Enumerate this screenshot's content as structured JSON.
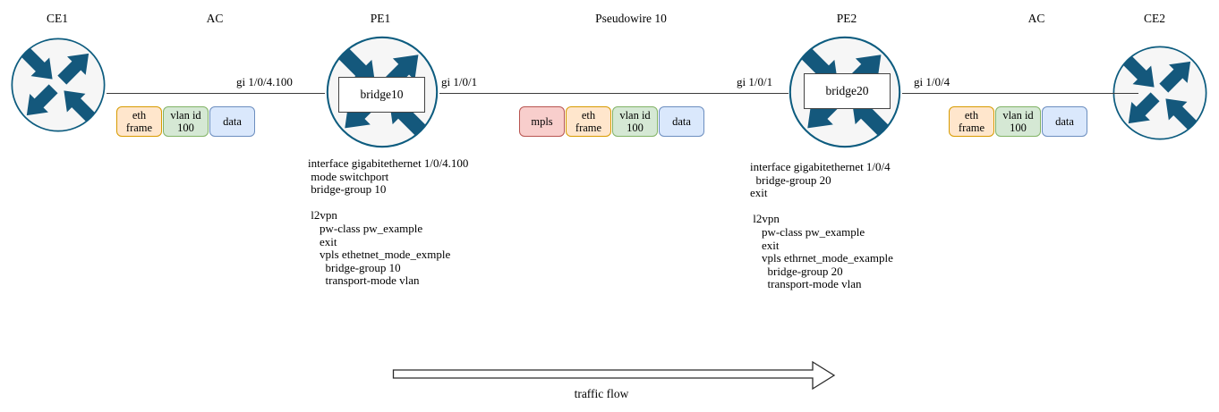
{
  "diagram": {
    "nodes": {
      "ce1": "CE1",
      "pe1": "PE1",
      "pe2": "PE2",
      "ce2": "CE2",
      "bridge10": "bridge10",
      "bridge20": "bridge20"
    },
    "segments": {
      "ac_left": "AC",
      "pseudowire": "Pseudowire 10",
      "ac_right": "AC"
    },
    "interfaces": {
      "ce1_pe1": "gi 1/0/4.100",
      "pe1_core": "gi 1/0/1",
      "pe2_core": "gi 1/0/1",
      "pe2_ce2": "gi 1/0/4"
    },
    "packets": {
      "ac_left": [
        {
          "label": "eth\nframe",
          "kind": "eth-frame"
        },
        {
          "label": "vlan id\n100",
          "kind": "vlan-id"
        },
        {
          "label": "data",
          "kind": "data"
        }
      ],
      "pseudowire": [
        {
          "label": "mpls",
          "kind": "mpls"
        },
        {
          "label": "eth\nframe",
          "kind": "eth-frame"
        },
        {
          "label": "vlan id\n100",
          "kind": "vlan-id"
        },
        {
          "label": "data",
          "kind": "data"
        }
      ],
      "ac_right": [
        {
          "label": "eth\nframe",
          "kind": "eth-frame"
        },
        {
          "label": "vlan id\n100",
          "kind": "vlan-id"
        },
        {
          "label": "data",
          "kind": "data"
        }
      ]
    },
    "configs": {
      "pe1": "interface gigabitethernet 1/0/4.100\n mode switchport\n bridge-group 10\n\n l2vpn\n    pw-class pw_example\n    exit\n    vpls ethetnet_mode_exmple\n      bridge-group 10\n      transport-mode vlan",
      "pe2": "interface gigabitethernet 1/0/4\n  bridge-group 20\nexit\n\n l2vpn\n    pw-class pw_example\n    exit\n    vpls ethrnet_mode_example\n      bridge-group 20\n      transport-mode vlan"
    },
    "traffic_flow": "traffic flow",
    "colors": {
      "router_stroke": "#0d5c7f",
      "router_arrow": "#14587c",
      "router_fill": "#f6f6f6",
      "eth_fill": "#ffe6cc",
      "eth_stroke": "#d79b00",
      "vlan_fill": "#d5e8d4",
      "vlan_stroke": "#82b366",
      "data_fill": "#dae8fc",
      "data_stroke": "#6c8ebf",
      "mpls_fill": "#f8cecc",
      "mpls_stroke": "#b85450"
    }
  }
}
